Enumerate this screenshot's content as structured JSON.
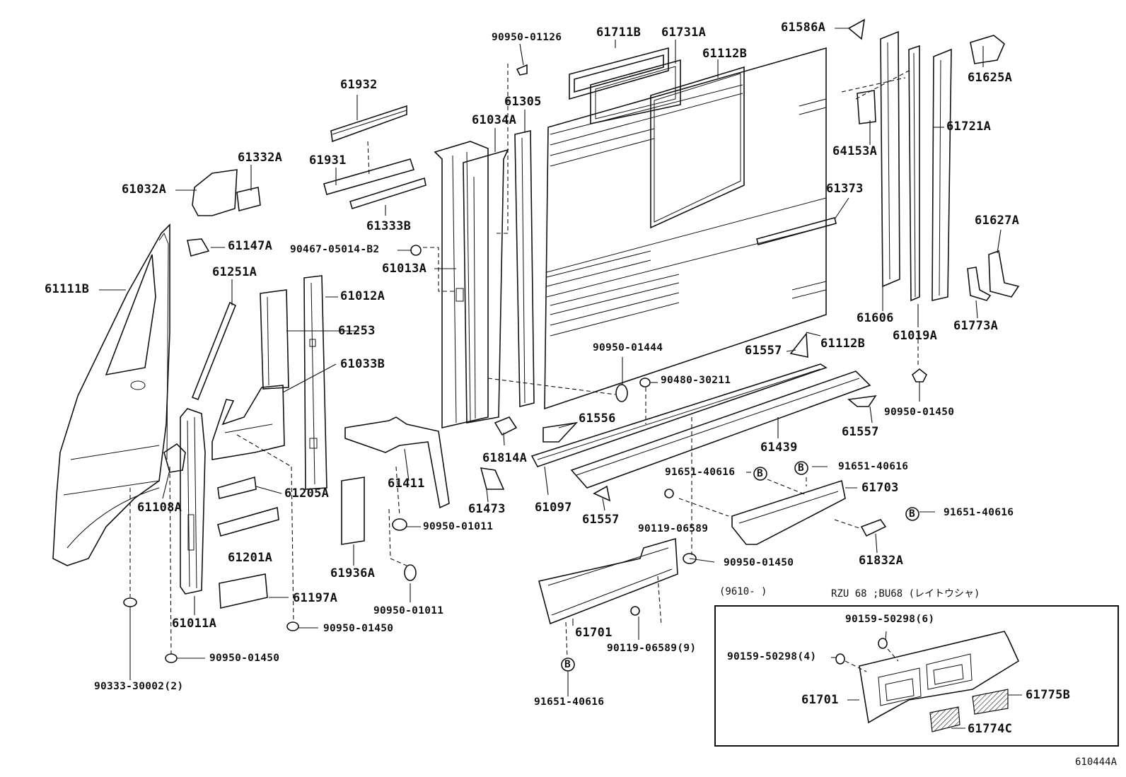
{
  "diagram_id": "610444A",
  "note": {
    "date_range": "(9610-        )",
    "model": "RZU 68 ;BU68 (レイトウシャ)"
  },
  "labels": {
    "p90950_01126": "90950-01126",
    "p61711B": "61711B",
    "p61731A": "61731A",
    "p61586A": "61586A",
    "p61112B_top": "61112B",
    "p61625A": "61625A",
    "p61932": "61932",
    "p61305": "61305",
    "p61034A": "61034A",
    "p64153A": "64153A",
    "p61721A": "61721A",
    "p61332A": "61332A",
    "p61931": "61931",
    "p61032A": "61032A",
    "p61333B": "61333B",
    "p61373": "61373",
    "p61627A": "61627A",
    "p61147A": "61147A",
    "p90467": "90467-05014-B2",
    "p61013A": "61013A",
    "p61251A": "61251A",
    "p61111B": "61111B",
    "p61012A": "61012A",
    "p61606": "61606",
    "p61773A": "61773A",
    "p61019A": "61019A",
    "p61253": "61253",
    "p61112B_mid": "61112B",
    "p61033B": "61033B",
    "p61557_a": "61557",
    "p90950_01444": "90950-01444",
    "p90480_30211": "90480-30211",
    "p90950_01450_r": "90950-01450",
    "p61556": "61556",
    "p61557_b": "61557",
    "p61814A": "61814A",
    "p61439": "61439",
    "p61205A": "61205A",
    "p61411": "61411",
    "p91651_a": "91651-40616",
    "p91651_b": "91651-40616",
    "p61703": "61703",
    "p61108A": "61108A",
    "p61473": "61473",
    "p61097": "61097",
    "p91651_c": "91651-40616",
    "p90950_01011_a": "90950-01011",
    "p61557_c": "61557",
    "p90119_06589": "90119-06589",
    "p61201A": "61201A",
    "p90950_01450_m": "90950-01450",
    "p61832A": "61832A",
    "p61936A": "61936A",
    "p61197A": "61197A",
    "p90950_01011_b": "90950-01011",
    "p61701_main": "61701",
    "p90119_06589_9": "90119-06589(9)",
    "p61011A": "61011A",
    "p90950_01450_l": "90950-01450",
    "p90950_01450_ll": "90950-01450",
    "p90333": "90333-30002(2)",
    "p91651_d": "91651-40616",
    "p90159_6": "90159-50298(6)",
    "p90159_4": "90159-50298(4)",
    "p61701_inset": "61701",
    "p61775B": "61775B",
    "p61774C": "61774C"
  },
  "bolt_marker": "B"
}
